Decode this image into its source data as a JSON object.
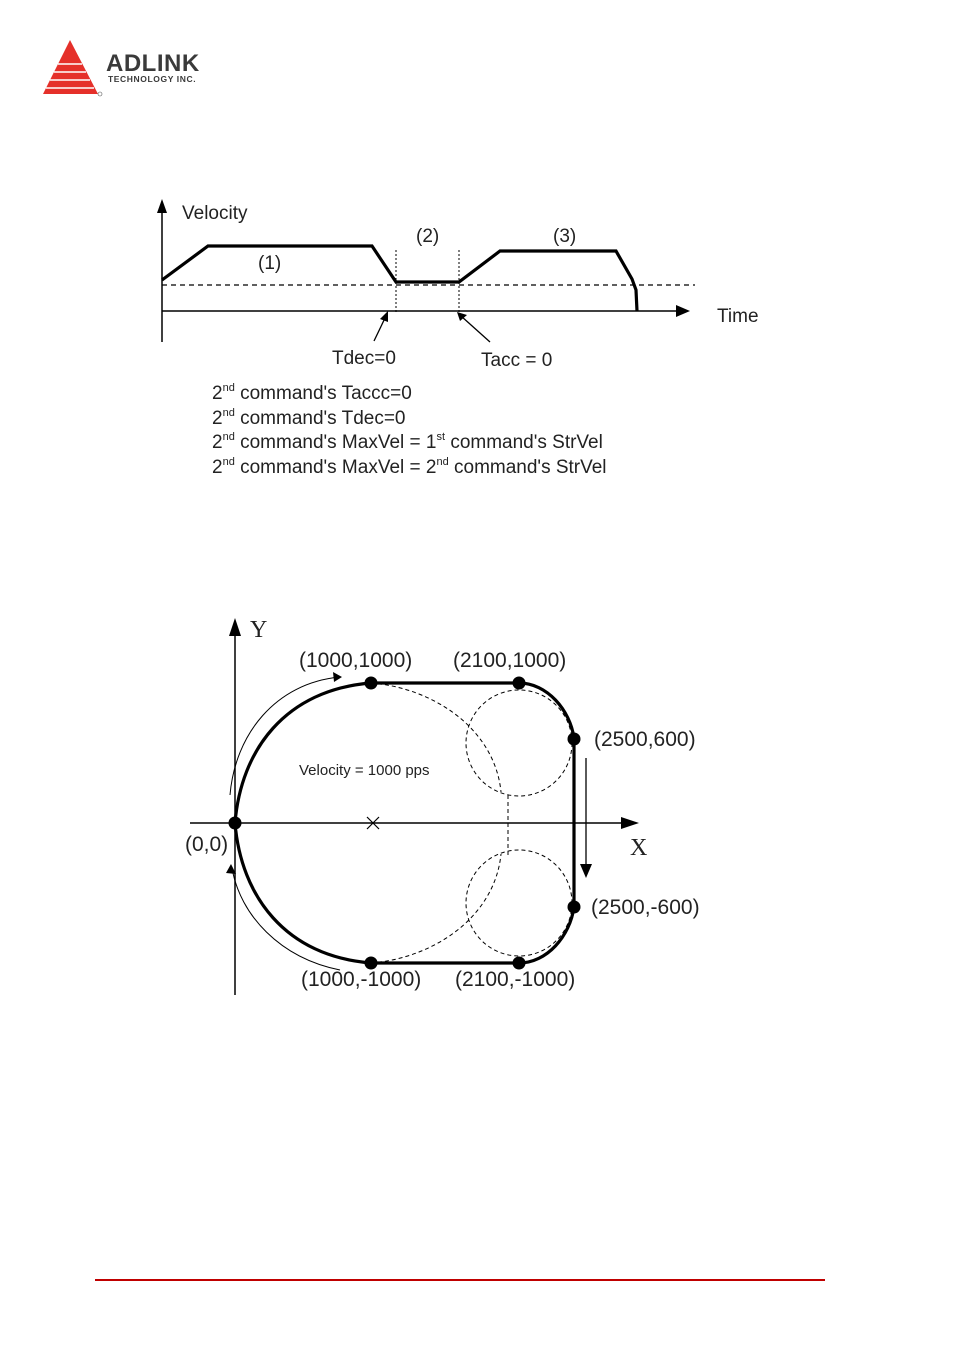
{
  "header": {
    "logo_name": "ADLINK",
    "logo_sub": "TECHNOLOGY INC.",
    "logo_color": "#e5302a"
  },
  "figure1": {
    "axis_velocity": "Velocity",
    "axis_time": "Time",
    "segment_1": "(1)",
    "segment_2": "(2)",
    "segment_3": "(3)",
    "tdec_label": "Tdec=0",
    "tacc_label": "Tacc = 0",
    "notes": [
      {
        "ord": "2",
        "sup": "nd",
        "text": " command's Taccc=0",
        "ord2": "",
        "sup2": "",
        "text2": ""
      },
      {
        "ord": "2",
        "sup": "nd",
        "text": " command's Tdec=0",
        "ord2": "",
        "sup2": "",
        "text2": ""
      },
      {
        "ord": "2",
        "sup": "nd",
        "text": " command's MaxVel = ",
        "ord2": "1",
        "sup2": "st",
        "text2": " command's StrVel"
      },
      {
        "ord": "2",
        "sup": "nd",
        "text": " command's MaxVel = ",
        "ord2": "2",
        "sup2": "nd",
        "text2": " command's StrVel"
      }
    ]
  },
  "figure2": {
    "axis_y": "Y",
    "axis_x": "X",
    "velocity_note": "Velocity = 1000 pps",
    "points": {
      "origin": "(0,0)",
      "p1": "(1000,1000)",
      "p2": "(2100,1000)",
      "p3": "(2500,600)",
      "p4": "(2500,-600)",
      "p5": "(2100,-1000)",
      "p6": "(1000,-1000)"
    }
  },
  "footer": {
    "rule_color": "#c00000"
  }
}
